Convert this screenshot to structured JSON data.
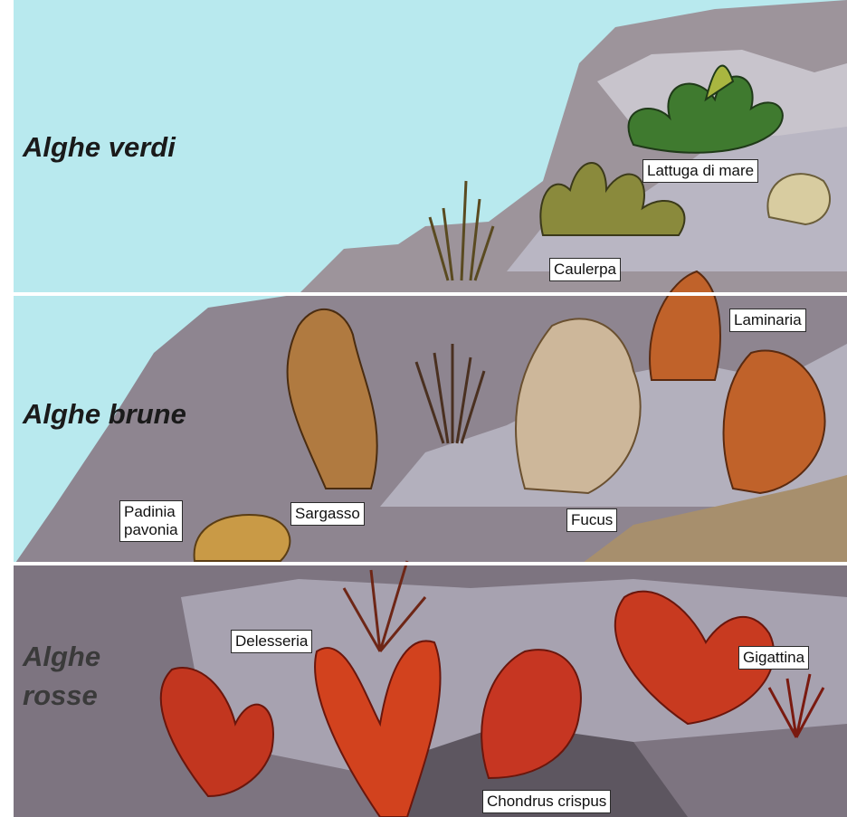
{
  "zones": [
    {
      "title": "Alghe verdi"
    },
    {
      "title": "Alghe brune"
    },
    {
      "title_line1": "Alghe",
      "title_line2": "rosse"
    }
  ],
  "labels": {
    "lattuga": "Lattuga di mare",
    "caulerpa": "Caulerpa",
    "laminaria": "Laminaria",
    "padinia_line1": "Padinia",
    "padinia_line2": "pavonia",
    "sargasso": "Sargasso",
    "fucus": "Fucus",
    "delesseria": "Delesseria",
    "gigattina": "Gigattina",
    "chondrus": "Chondrus crispus"
  },
  "colors": {
    "water": "#b8e9ee",
    "rock_light": "#b5b2be",
    "rock_dark": "#7d7480",
    "sand": "#a78f6d",
    "green_algae": "#4f7a35",
    "brown_algae": "#9c6a34",
    "red_algae": "#c0321c",
    "divider": "#ffffff"
  }
}
